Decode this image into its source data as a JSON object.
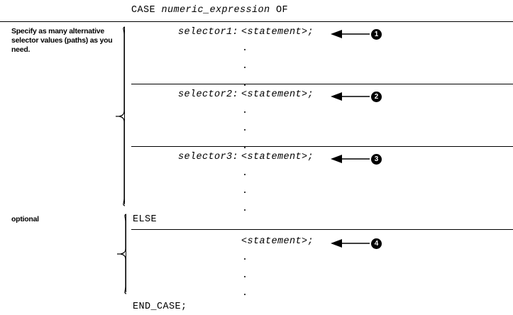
{
  "diagram": {
    "title": "CASE statement syntax diagram",
    "header": {
      "keyword_before": "CASE ",
      "expression": "numeric_expression",
      "keyword_after": " OF"
    },
    "annotations": {
      "selector_note": "Specify as many alternative selector values (paths) as you need.",
      "optional_note": "optional"
    },
    "blocks": [
      {
        "selector": "selector1:",
        "statement": "<statement>;",
        "callout": "1",
        "ellipsis": ".\n.\n."
      },
      {
        "selector": "selector2:",
        "statement": "<statement>;",
        "callout": "2",
        "ellipsis": ".\n.\n."
      },
      {
        "selector": "selector3:",
        "statement": "<statement>;",
        "callout": "3",
        "ellipsis": ".\n.\n."
      }
    ],
    "else_block": {
      "keyword": "ELSE",
      "statement": "<statement>;",
      "callout": "4",
      "ellipsis": ".\n.\n."
    },
    "footer": {
      "keyword": "END_CASE;"
    },
    "colors": {
      "ink": "#000000",
      "background": "#ffffff",
      "bullet_fill": "#000000",
      "bullet_text": "#ffffff"
    }
  }
}
